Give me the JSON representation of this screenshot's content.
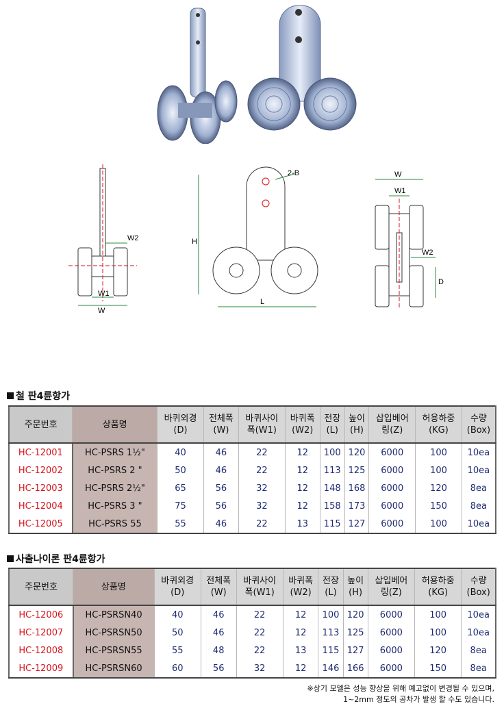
{
  "colors": {
    "code_red": "#d6131b",
    "value_blue": "#1e2a72",
    "name_bg": "#c7b5b2"
  },
  "drawing_labels": {
    "side": {
      "w2": "W2",
      "w1": "W1",
      "w": "W"
    },
    "front": {
      "hole": "2-B",
      "h": "H",
      "l": "L"
    },
    "top": {
      "w": "W",
      "w1": "W1",
      "w2": "W2",
      "d": "D"
    }
  },
  "header": {
    "cols": [
      {
        "l1": "주문번호",
        "l2": ""
      },
      {
        "l1": "상품명",
        "l2": ""
      },
      {
        "l1": "바퀴외경",
        "l2": "(D)"
      },
      {
        "l1": "전체폭",
        "l2": "(W)"
      },
      {
        "l1": "바퀴사이",
        "l2": "폭(W1)"
      },
      {
        "l1": "바퀴폭",
        "l2": "(W2)"
      },
      {
        "l1": "전장",
        "l2": "(L)"
      },
      {
        "l1": "높이",
        "l2": "(H)"
      },
      {
        "l1": "삽입베어",
        "l2": "링(Z)"
      },
      {
        "l1": "허용하중",
        "l2": "(KG)"
      },
      {
        "l1": "수량",
        "l2": "(Box)"
      }
    ]
  },
  "section1": {
    "title": "철 판4륜항가",
    "rows": [
      [
        "HC-12001",
        "HC-PSRS 1½\"",
        "40",
        "46",
        "22",
        "12",
        "100",
        "120",
        "6000",
        "100",
        "10ea"
      ],
      [
        "HC-12002",
        "HC-PSRS 2 \"",
        "50",
        "46",
        "22",
        "12",
        "113",
        "125",
        "6000",
        "100",
        "10ea"
      ],
      [
        "HC-12003",
        "HC-PSRS 2½\"",
        "65",
        "56",
        "32",
        "12",
        "148",
        "168",
        "6000",
        "120",
        "8ea"
      ],
      [
        "HC-12004",
        "HC-PSRS 3 \"",
        "75",
        "56",
        "32",
        "12",
        "158",
        "173",
        "6000",
        "150",
        "8ea"
      ],
      [
        "HC-12005",
        "HC-PSRS 55",
        "55",
        "46",
        "22",
        "13",
        "115",
        "127",
        "6000",
        "100",
        "10ea"
      ]
    ]
  },
  "section2": {
    "title": "사출나이론 판4륜항가",
    "rows": [
      [
        "HC-12006",
        "HC-PSRSN40",
        "40",
        "46",
        "22",
        "12",
        "100",
        "120",
        "6000",
        "100",
        "10ea"
      ],
      [
        "HC-12007",
        "HC-PSRSN50",
        "50",
        "46",
        "22",
        "12",
        "113",
        "125",
        "6000",
        "100",
        "10ea"
      ],
      [
        "HC-12008",
        "HC-PSRSN55",
        "55",
        "48",
        "22",
        "13",
        "115",
        "127",
        "6000",
        "120",
        "8ea"
      ],
      [
        "HC-12009",
        "HC-PSRSN60",
        "60",
        "56",
        "32",
        "12",
        "146",
        "166",
        "6000",
        "150",
        "8ea"
      ]
    ]
  },
  "note": {
    "line1": "※상기 모델은 성능 향상을 위해 예고없이 변경될 수 있으며,",
    "line2": "1~2mm 정도의 공차가 발생 할 수도 있습니다."
  }
}
